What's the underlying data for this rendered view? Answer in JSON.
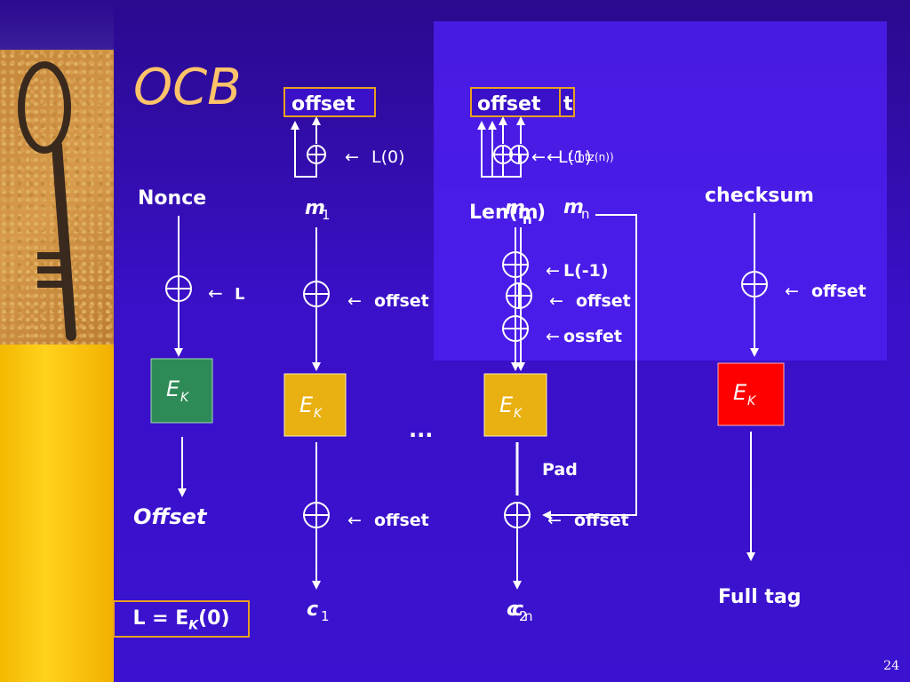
{
  "title": "OCB",
  "page_number": "24",
  "formula": {
    "prefix": "L = E",
    "sub": "K",
    "suffix": "(0)"
  },
  "colors": {
    "background": "#3a10c8",
    "title": "#ffc36a",
    "left_strip": "#ffd21c",
    "ek_green": "#2e8b57",
    "ek_yellow": "#e8b010",
    "ek_red": "#ff0000",
    "frame": "#e8a020"
  },
  "col1": {
    "input": "Nonce",
    "mask": "L",
    "cipher": "E",
    "cipher_sub": "K",
    "output": "Offset"
  },
  "col2": {
    "offset_box": "offset",
    "init_mask": "L(0)",
    "input": "m",
    "input_sub": "1",
    "mask_in": "offset",
    "mask_out": "offset",
    "cipher": "E",
    "cipher_sub": "K",
    "output": "c",
    "output_sub": "1"
  },
  "ellipsis": "...",
  "col3": {
    "offset_box": "offset",
    "offset_box_ghost": "t",
    "init_mask_a": "L(1)",
    "init_mask_b": "L(ntz(n))",
    "input_back": "Len(m",
    "input_back_sub": "n",
    "input_back_tail": ")",
    "input_ghost": "m",
    "input_ghost_sub": "2",
    "input": "m",
    "input_sub": "n",
    "mask_1": "L(-1)",
    "mask_2": "offset",
    "mask_3": "ossfet",
    "cipher": "E",
    "cipher_sub": "K",
    "pad": "Pad",
    "mask_out": "offset",
    "output_back": "c",
    "output_back_sub": "2",
    "output": "c",
    "output_sub": "n"
  },
  "col4": {
    "input": "checksum",
    "mask": "offset",
    "cipher": "E",
    "cipher_sub": "K",
    "output": "Full tag"
  }
}
